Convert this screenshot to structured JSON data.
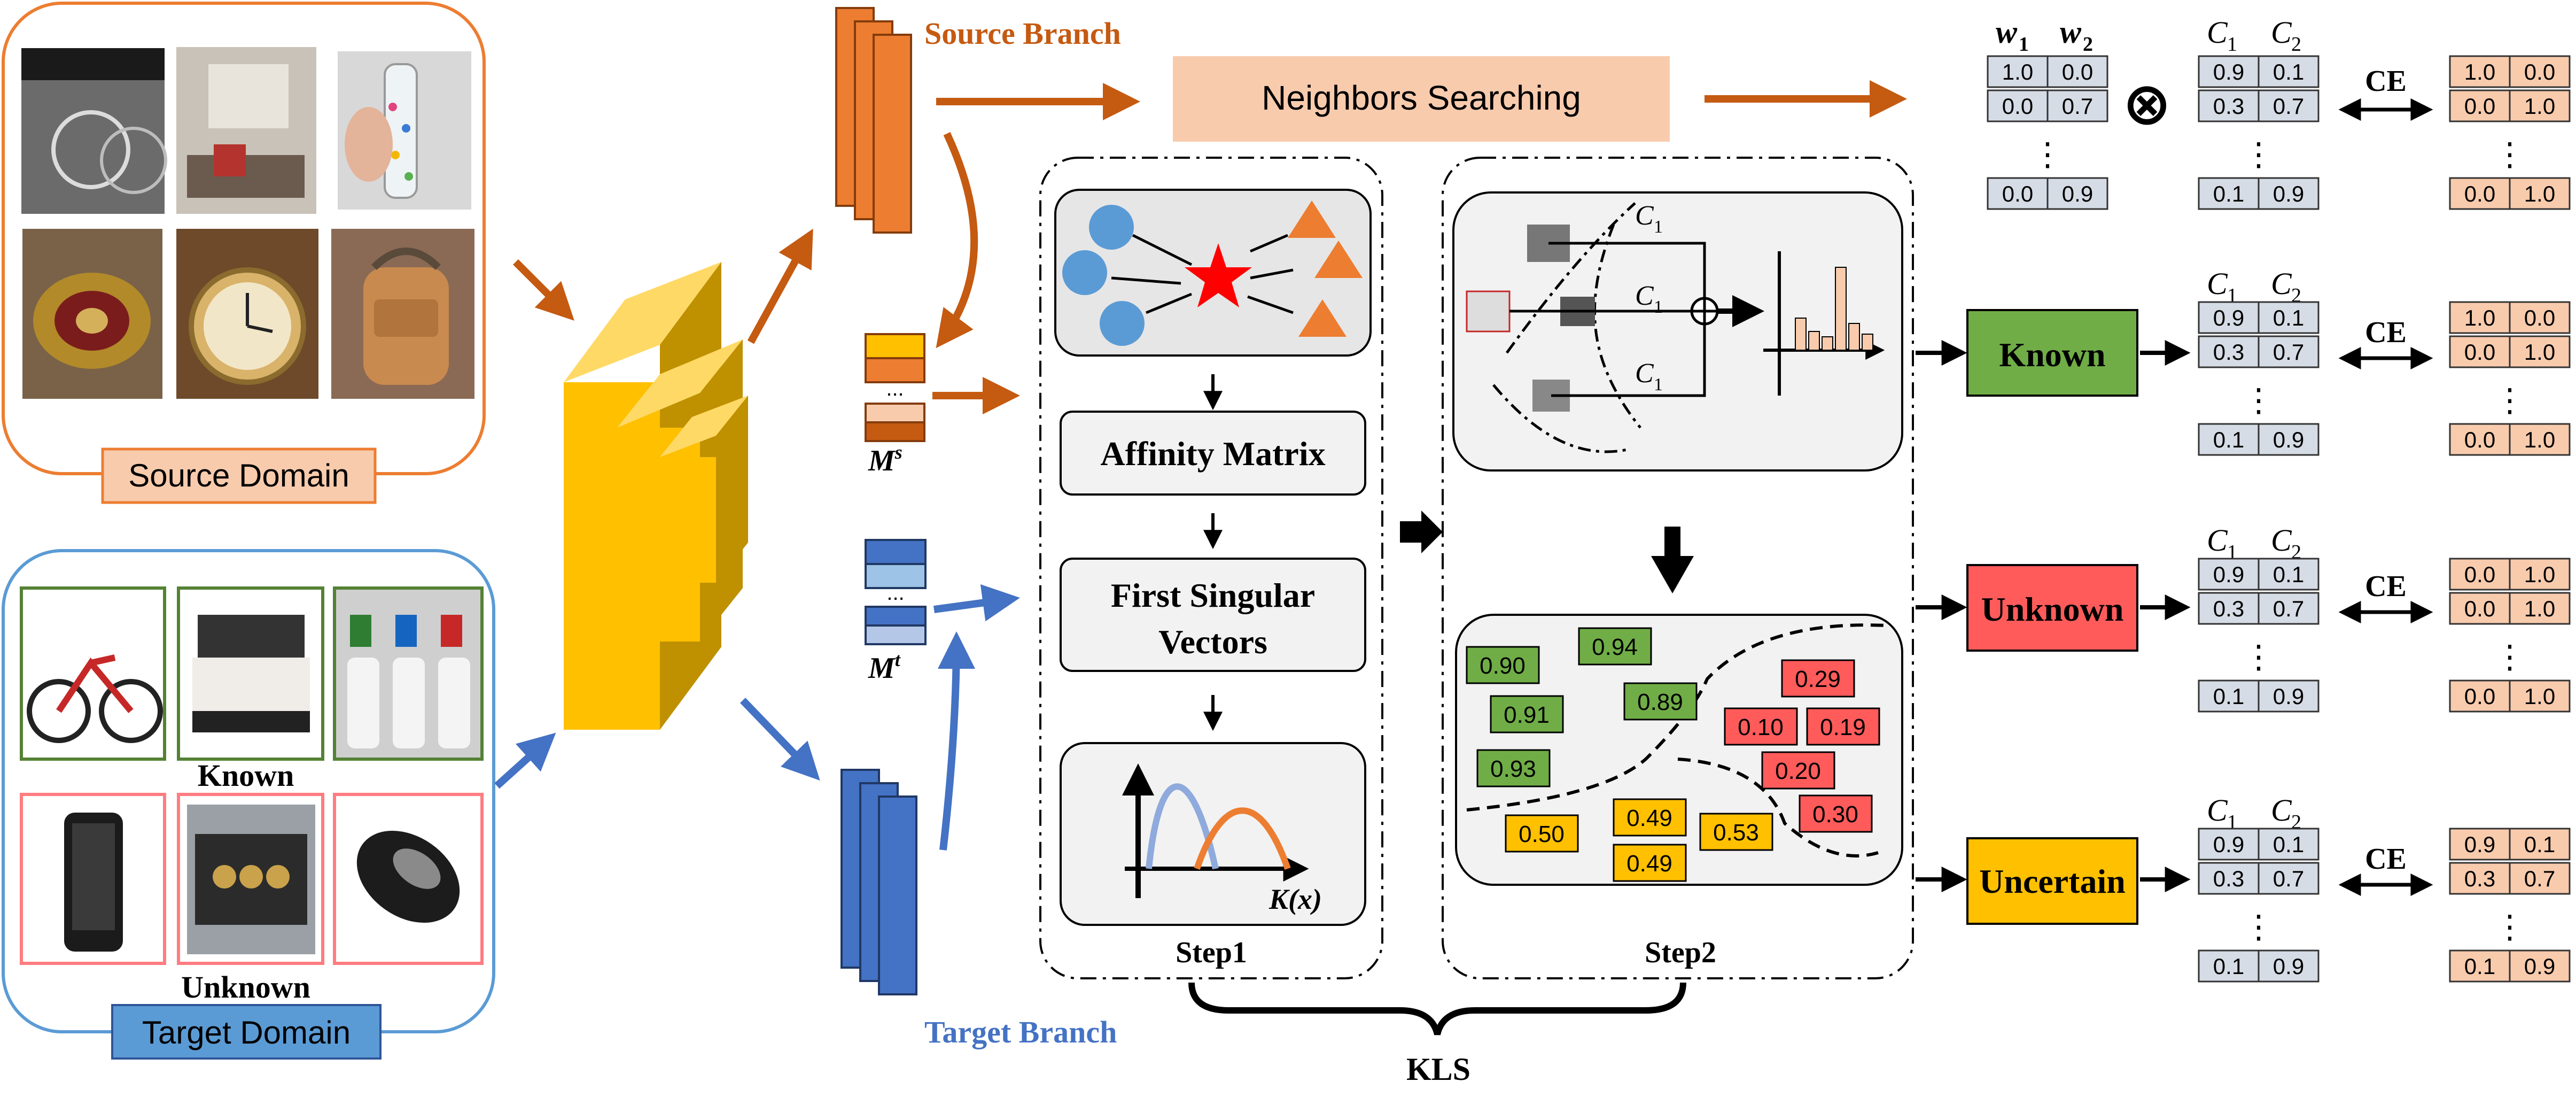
{
  "labels": {
    "source_branch": "Source Branch",
    "target_branch": "Target Branch",
    "neighbors_searching": "Neighbors Searching",
    "source_domain": "Source Domain",
    "target_domain": "Target Domain",
    "known_caption": "Known",
    "unknown_caption": "Unknown",
    "ms_label": "M",
    "ms_sup": "s",
    "mt_label": "M",
    "mt_sup": "t",
    "ellipsis": "...",
    "affinity_matrix": "Affinity Matrix",
    "first_singular_line1": "First Singular",
    "first_singular_line2": "Vectors",
    "kx_label": "K(x)",
    "step1": "Step1",
    "step2": "Step2",
    "kls": "KLS",
    "c1": "C",
    "c1_sub": "1",
    "c2": "C",
    "c2_sub": "2",
    "w1": "w",
    "w1_sub": "1",
    "w2": "w",
    "w2_sub": "2",
    "ce": "CE",
    "vdots": "⋮",
    "otimes": "⊗",
    "known_box": "Known",
    "unknown_box": "Unknown",
    "uncertain_box": "Uncertain"
  },
  "score_boxes": {
    "green": [
      "0.90",
      "0.94",
      "0.91",
      "0.89",
      "0.93"
    ],
    "red": [
      "0.29",
      "0.10",
      "0.19",
      "0.20",
      "0.30"
    ],
    "yellow": [
      "0.50",
      "0.49",
      "0.53",
      "0.49"
    ]
  },
  "tables": {
    "ns_w": [
      [
        "1.0",
        "0.0"
      ],
      [
        "0.0",
        "0.7"
      ],
      [
        "0.0",
        "0.9"
      ]
    ],
    "ns_c": [
      [
        "0.9",
        "0.1"
      ],
      [
        "0.3",
        "0.7"
      ],
      [
        "0.1",
        "0.9"
      ]
    ],
    "ns_out": [
      [
        "1.0",
        "0.0"
      ],
      [
        "0.0",
        "1.0"
      ],
      [
        "0.0",
        "1.0"
      ]
    ],
    "known_c": [
      [
        "0.9",
        "0.1"
      ],
      [
        "0.3",
        "0.7"
      ],
      [
        "0.1",
        "0.9"
      ]
    ],
    "known_out": [
      [
        "1.0",
        "0.0"
      ],
      [
        "0.0",
        "1.0"
      ],
      [
        "0.0",
        "1.0"
      ]
    ],
    "unknown_c": [
      [
        "0.9",
        "0.1"
      ],
      [
        "0.3",
        "0.7"
      ],
      [
        "0.1",
        "0.9"
      ]
    ],
    "unknown_out": [
      [
        "0.0",
        "1.0"
      ],
      [
        "0.0",
        "1.0"
      ],
      [
        "0.0",
        "1.0"
      ]
    ],
    "uncertain_c": [
      [
        "0.9",
        "0.1"
      ],
      [
        "0.3",
        "0.7"
      ],
      [
        "0.1",
        "0.9"
      ]
    ],
    "uncertain_out": [
      [
        "0.9",
        "0.1"
      ],
      [
        "0.3",
        "0.7"
      ],
      [
        "0.1",
        "0.9"
      ]
    ]
  },
  "colors": {
    "orange": "#C55A11",
    "orange_light": "#ED7D31",
    "blue": "#4472C4",
    "blue_dark": "#2F5597",
    "yellow": "#FFC000",
    "green": "#70AD47",
    "red": "#FF5B5B",
    "salmon": "#F8CBAD",
    "grey_cell": "#D6DCE5",
    "panel_grey": "#F2F2F2"
  }
}
